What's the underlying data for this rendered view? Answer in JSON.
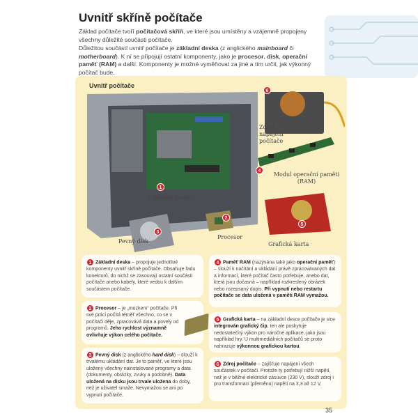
{
  "title": "Uvnitř skříně počítače",
  "intro": [
    [
      {
        "t": "Základ počítače tvoří "
      },
      {
        "t": "počítačová skříň",
        "b": true
      },
      {
        "t": ", ve které jsou umístěny a vzájemně propojeny všechny důležité součásti počítače."
      }
    ],
    [
      {
        "t": "Důležitou součástí uvnitř počítače je "
      },
      {
        "t": "základní deska",
        "b": true
      },
      {
        "t": " (z anglického "
      },
      {
        "t": "mainboard",
        "b": true,
        "i": true
      },
      {
        "t": " či "
      },
      {
        "t": "motherboard",
        "b": true,
        "i": true
      },
      {
        "t": "). K ní se připojují ostatní komponenty, jako je "
      },
      {
        "t": "procesor",
        "b": true
      },
      {
        "t": ", "
      },
      {
        "t": "disk",
        "b": true
      },
      {
        "t": ", "
      },
      {
        "t": "operační paměť (RAM)",
        "b": true
      },
      {
        "t": " a další. Komponenty je možné vyměňovat za jiné a tím určit, jak výkonný počítač bude."
      }
    ]
  ],
  "panel": {
    "title": "Uvnitř počítače",
    "labels": {
      "psu": "Zdroj napájení počítače",
      "ram": "Modul operační paměti (RAM)",
      "board": "Základní deska",
      "disk": "Pevný disk",
      "cpu": "Procesor",
      "gpu": "Grafická karta"
    },
    "numbers": [
      "1",
      "2",
      "3",
      "4",
      "5",
      "6"
    ],
    "cards": [
      [
        {
          "t": "Základní deska",
          "b": true
        },
        {
          "t": " – propojuje jednotlivé komponenty uvnitř skříně počítače. Obsahuje řadu konektorů, do nichž se zasouvají ostatní součásti počítače anebo kabely, které vedou k dalším součástem počítače."
        }
      ],
      [
        {
          "t": "Procesor",
          "b": true
        },
        {
          "t": " – je „mozkem“ počítače. Při své práci počítá téměř všechno, co se v počítači děje, zpracovává data a povely od programů. "
        },
        {
          "t": "Jeho rychlost významně ovlivňuje výkon celého počítače.",
          "b": true
        }
      ],
      [
        {
          "t": "Pevný disk",
          "b": true
        },
        {
          "t": " (z anglického "
        },
        {
          "t": "hard disk",
          "b": true,
          "i": true
        },
        {
          "t": ") – slouží k trvalému ukládání dat. Je to paměť, ve které jsou uloženy všechny nainstalované programy a data (dokumenty, obrázky, zvuky a podobně). "
        },
        {
          "t": "Data uložená na disku jsou trvale uložena",
          "b": true
        },
        {
          "t": " do doby, než je uživatel smaže. Nevymažou se ani po vypnutí počítače."
        }
      ],
      [
        {
          "t": "Paměť RAM",
          "b": true
        },
        {
          "t": " (nazývána také jako "
        },
        {
          "t": "operační paměť",
          "b": true
        },
        {
          "t": ") – slouží k načítání a ukládání právě zpracovávaných dat a informací, které počítač často potřebuje, anebo dat, která jsou dočasná – například rozkreslený obrázek nebo rozepsaný dopis. "
        },
        {
          "t": "Při vypnutí nebo restartu počítače se data uložená v paměti RAM vymažou.",
          "b": true
        }
      ],
      [
        {
          "t": "Grafická karta",
          "b": true
        },
        {
          "t": " – na základní desce počítače je sice "
        },
        {
          "t": "integrován grafický čip",
          "b": true
        },
        {
          "t": ", ten ale poskytuje nedostatečný výkon pro náročné aplikace, jako jsou například hry. U multimediálních počítačů se proto nahrazuje "
        },
        {
          "t": "výkonnou grafickou kartou",
          "b": true
        },
        {
          "t": "."
        }
      ],
      [
        {
          "t": "Zdroj počítače",
          "b": true
        },
        {
          "t": " – zajišťuje napájení všech součástek v počítači. Protože ty potřebují nižší napětí, než je v běžné elektrické zásuvce (230 V), slouží zdroj i pro transformaci (přeměnu) napětí na 3,3 až 12 V."
        }
      ]
    ]
  },
  "page_number": "35",
  "colors": {
    "panel": "#fbefc4",
    "badge": "#d8202a",
    "card": "#fffdf6"
  }
}
